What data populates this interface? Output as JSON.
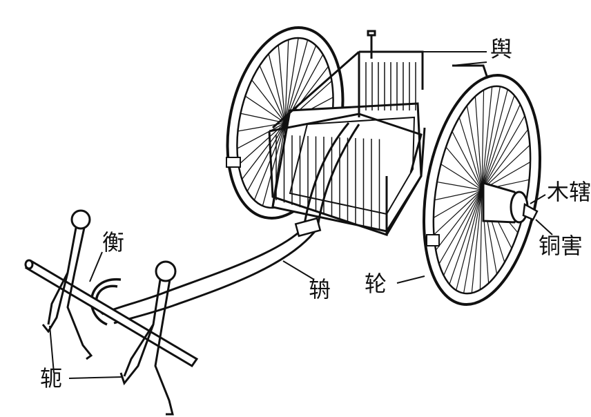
{
  "diagram": {
    "labels": {
      "yu": "舆",
      "mu_xia": "木辖",
      "tong_wei": "铜害",
      "lun": "轮",
      "zhou": "辀",
      "heng": "衡",
      "e": "轭"
    }
  }
}
